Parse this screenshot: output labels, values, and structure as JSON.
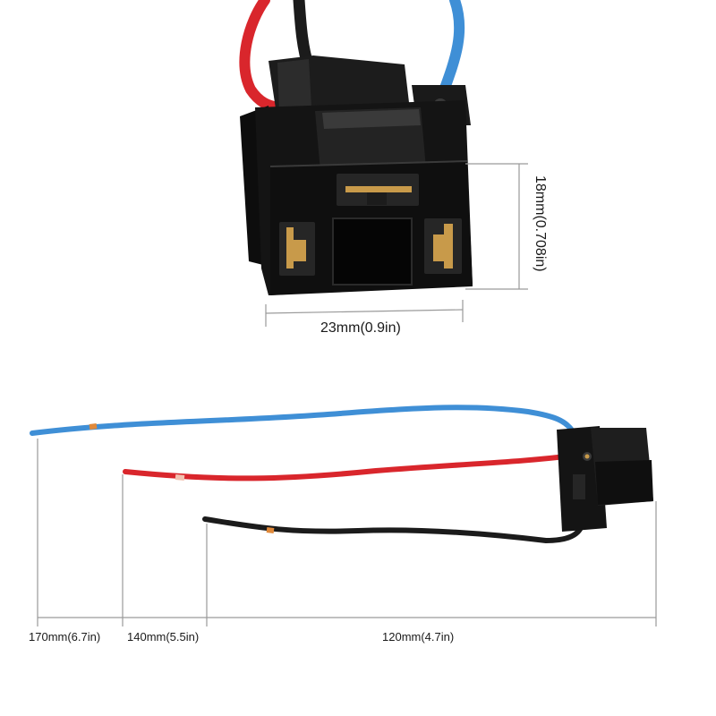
{
  "dimensions": {
    "width_label": "23mm(0.9in)",
    "height_label": "18mm(0.708in)"
  },
  "wire_lengths": [
    {
      "label": "170mm(6.7in)",
      "wire_color": "blue"
    },
    {
      "label": "140mm(5.5in)",
      "wire_color": "red"
    },
    {
      "label": "120mm(4.7in)",
      "wire_color": "black"
    }
  ],
  "colors": {
    "blue_wire": "#3f8fd6",
    "red_wire": "#d9262c",
    "black_wire": "#1b1b1b",
    "connector": "#161616",
    "terminal": "#c89a4a",
    "dimension_line": "#9a9a9a"
  }
}
